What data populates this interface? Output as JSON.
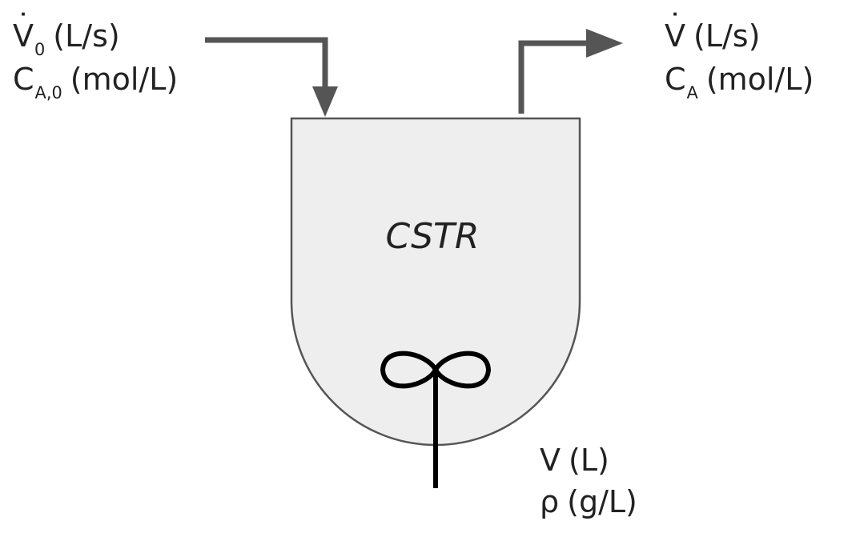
{
  "diagram": {
    "reactor_label": "CSTR",
    "inlet": {
      "flow_symbol": "V",
      "flow_dot": "˙",
      "flow_subscript": "0",
      "flow_unit": "(L/s)",
      "conc_symbol": "C",
      "conc_subscript": "A,0",
      "conc_unit": "(mol/L)"
    },
    "outlet": {
      "flow_symbol": "V",
      "flow_dot": "˙",
      "flow_unit": "(L/s)",
      "conc_symbol": "C",
      "conc_subscript": "A",
      "conc_unit": "(mol/L)"
    },
    "properties": {
      "volume_symbol": "V",
      "volume_unit": "(L)",
      "density_symbol": "ρ",
      "density_unit": "(g/L)"
    },
    "colors": {
      "vessel_fill": "#eeeeee",
      "vessel_stroke": "#555555",
      "pipe_color": "#555555",
      "stirrer_color": "#000000",
      "text_color": "#222222"
    }
  }
}
